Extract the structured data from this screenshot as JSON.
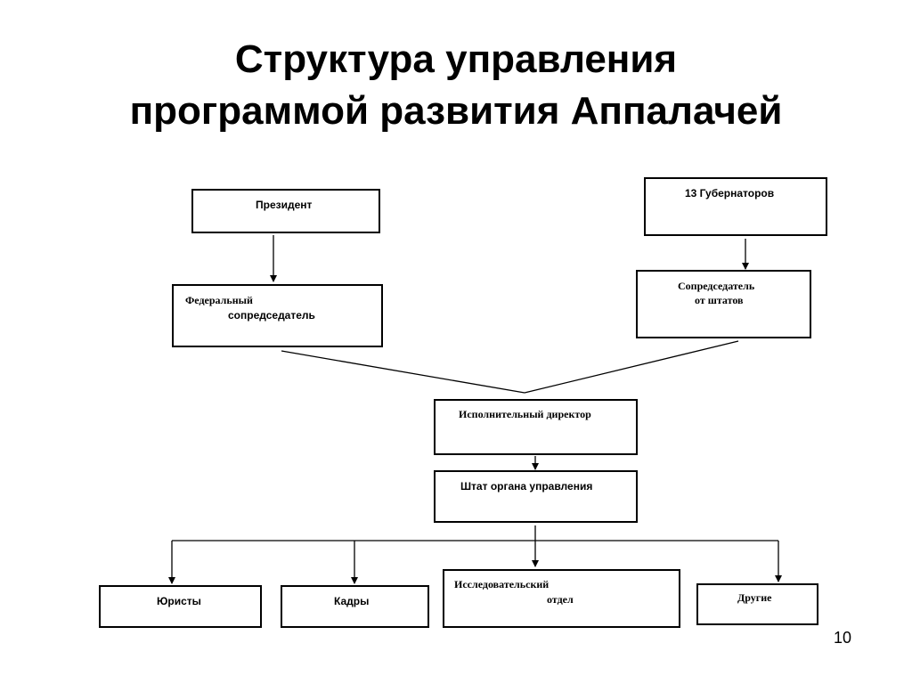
{
  "title": {
    "line1": "Структура управления",
    "line2": "программой развития Аппалачей"
  },
  "nodes": {
    "president": "Президент",
    "governors": "13 Губернаторов",
    "federal_cochair_line1": "Федеральный",
    "federal_cochair_line2": "сопредседатель",
    "states_cochair_line1": "Сопредседатель",
    "states_cochair_line2": "от штатов",
    "executive_director": "Исполнительный директор",
    "staff": "Штат органа управления",
    "lawyers": "Юристы",
    "personnel": "Кадры",
    "research_line1": "Исследовательский",
    "research_line2": "отдел",
    "others": "Другие"
  },
  "page_number": "10"
}
